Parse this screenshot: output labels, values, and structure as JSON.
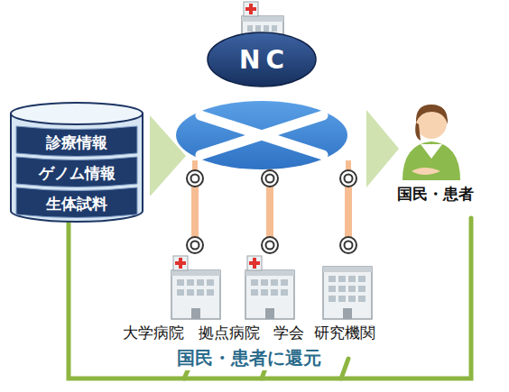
{
  "diagram": {
    "nodes": [
      {
        "text": [
          "診療情報",
          "ゲノム情報",
          "生体試料"
        ]
      },
      {
        "text": [
          "NC"
        ]
      }
    ],
    "labels": [
      "大学病院",
      "拠点病院",
      "学会",
      "研究機関",
      "国民・患者",
      "国民・患者に還元"
    ]
  }
}
